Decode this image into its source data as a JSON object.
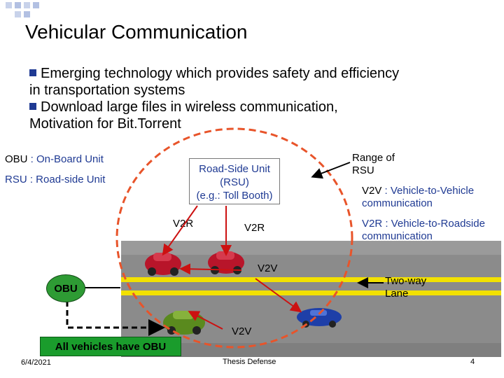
{
  "title": "Vehicular Communication",
  "bullets": [
    {
      "line1": "Emerging technology which provides safety and efficiency",
      "line2": "in transportation systems"
    },
    {
      "line1": "Download large files in wireless communication,",
      "line2": "Motivation for Bit.Torrent"
    }
  ],
  "legend": {
    "obu_abbr": "OBU",
    "obu_def": " : On-Board Unit",
    "rsu_text": "RSU : Road-side Unit"
  },
  "rsu_box": {
    "line1": "Road-Side Unit",
    "line2": "(RSU)",
    "line3": "(e.g.: Toll Booth)"
  },
  "range_label": {
    "line1": "Range of",
    "line2": "RSU"
  },
  "v2v_def": {
    "abbr": "V2V",
    "def": " : Vehicle-to-Vehicle",
    "line2": "communication"
  },
  "v2r_def": {
    "text": "V2R : Vehicle-to-Roadside",
    "line2": "communication"
  },
  "labels": {
    "v2r_left": "V2R",
    "v2r_right": "V2R",
    "v2v_top": "V2V",
    "v2v_bottom": "V2V",
    "two_way_line1": "Two-way",
    "two_way_line2": "Lane",
    "obu": "OBU",
    "all_vehicles": "All vehicles have OBU"
  },
  "footer": {
    "date": "6/4/2021",
    "center": "Thesis Defense",
    "page": "4"
  },
  "colors": {
    "accent_blue": "#1f3a93",
    "range_circle": "#e8542a",
    "arrow_red": "#cc1111",
    "obu_green": "#2e9b34",
    "road": "#8a8a8a",
    "lane": "#f2e100"
  }
}
